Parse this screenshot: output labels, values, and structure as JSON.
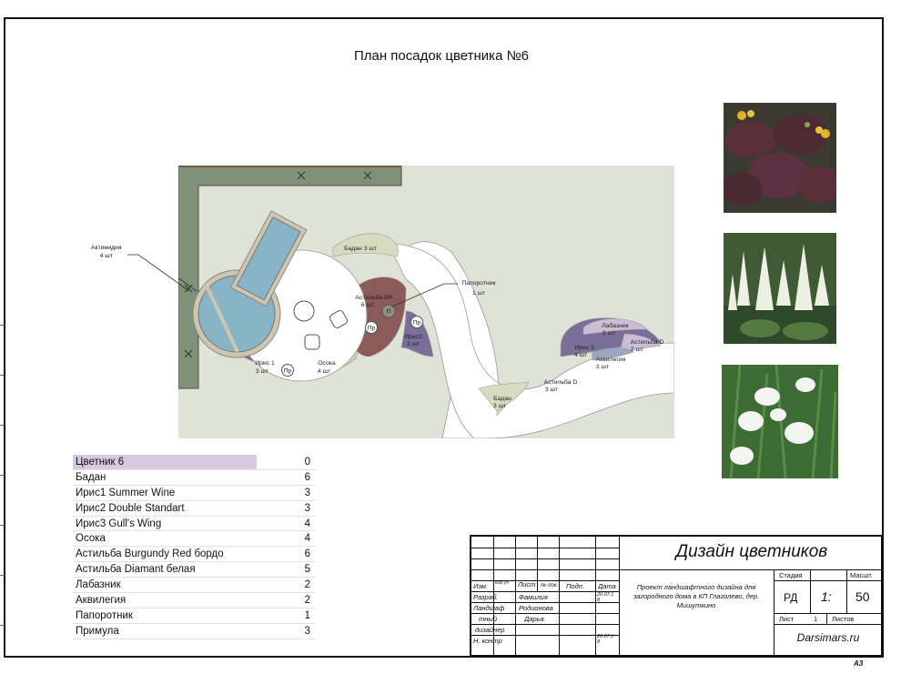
{
  "page": {
    "title": "План посадок цветника №6",
    "paper_format": "А3"
  },
  "plan": {
    "labels": {
      "actinidia": [
        "Актинидия",
        "4 шт"
      ],
      "badan_top": "Бадан 3 шт",
      "fern": [
        "Папоротник",
        "1 шт"
      ],
      "astilbe_br": [
        "Астильба BR",
        "6 шт"
      ],
      "primula_marker": "Пр",
      "fern_marker": "П",
      "iris2": [
        "Ирис2",
        "3 шт"
      ],
      "iris1": [
        "Ирис 1",
        "3 шт"
      ],
      "sedge": [
        "Осока",
        "4 шт"
      ],
      "badan_bottom": [
        "Бадан",
        "3 шт"
      ],
      "astilbe_d_center": [
        "Астильба D",
        "3 шт"
      ],
      "meadowsweet": [
        "Лабазник",
        "2 шт"
      ],
      "iris3": [
        "Ирис 3",
        "4 шт"
      ],
      "astilbe_d_right": [
        "Астильба D",
        "2 шт"
      ],
      "aquilegia": [
        "Аквилегия",
        "2 шт"
      ]
    }
  },
  "photos": [
    "bergenia-photo",
    "astilbe-photo",
    "iris-photo"
  ],
  "plant_table": {
    "rows": [
      {
        "name": "Цветник 6",
        "count": "0"
      },
      {
        "name": "Бадан",
        "count": "6"
      },
      {
        "name": "Ирис1 Summer Wine",
        "count": "3"
      },
      {
        "name": "Ирис2 Double Standart",
        "count": "3"
      },
      {
        "name": "Ирис3 Gull's Wing",
        "count": "4"
      },
      {
        "name": "Осока",
        "count": "4"
      },
      {
        "name": "Астильба Burgundy Red бордо",
        "count": "6"
      },
      {
        "name": "Астильба Diamant белая",
        "count": "5"
      },
      {
        "name": "Лабазник",
        "count": "2"
      },
      {
        "name": "Аквилегия",
        "count": "2"
      },
      {
        "name": "Папоротник",
        "count": "1"
      },
      {
        "name": "Примула",
        "count": "3"
      }
    ]
  },
  "stamp": {
    "title": "Дизайн цветников",
    "project": "Проект ландшафтного дизайна для загородного дома в КП Глаголево, дер. Мишуткино",
    "columns": {
      "izm": "Изм.",
      "kol": "Кол.уч",
      "list": "Лист",
      "ndok": "№ док.",
      "podp": "Подп.",
      "data": "Дата"
    },
    "rows": {
      "razrab": "Разраб.",
      "landscape1": "Ландшаф",
      "landscape2": "тный",
      "landscape3": "дизайнер",
      "nkontr": "Н. контр"
    },
    "people": {
      "surname_label": "Фамилия",
      "surname": "Родионова",
      "name": "Дарья"
    },
    "dates": {
      "d1": "20.07.1",
      "d1b": "8",
      "d2": "20.07.1",
      "d2b": "8"
    },
    "stage_label": "Стадия",
    "stage": "РД",
    "scale_label": "Масшт.",
    "scale_prefix": "1:",
    "scale": "50",
    "sheet_label": "Лист",
    "sheet": "1",
    "sheets_label": "Листов",
    "site": "Darsimars.ru"
  },
  "colors": {
    "lawn": "#dfe2d6",
    "wall": "#7f9178",
    "water": "#88b4c8",
    "path": "#ffffff",
    "bergenia": "#d7dcc0",
    "burgundy": "#8c5a58",
    "iris_purple": "#7a6f98",
    "lilac": "#cdbcd6",
    "sedge": "#cfd3b4",
    "header_row": "#d6c9e0"
  }
}
